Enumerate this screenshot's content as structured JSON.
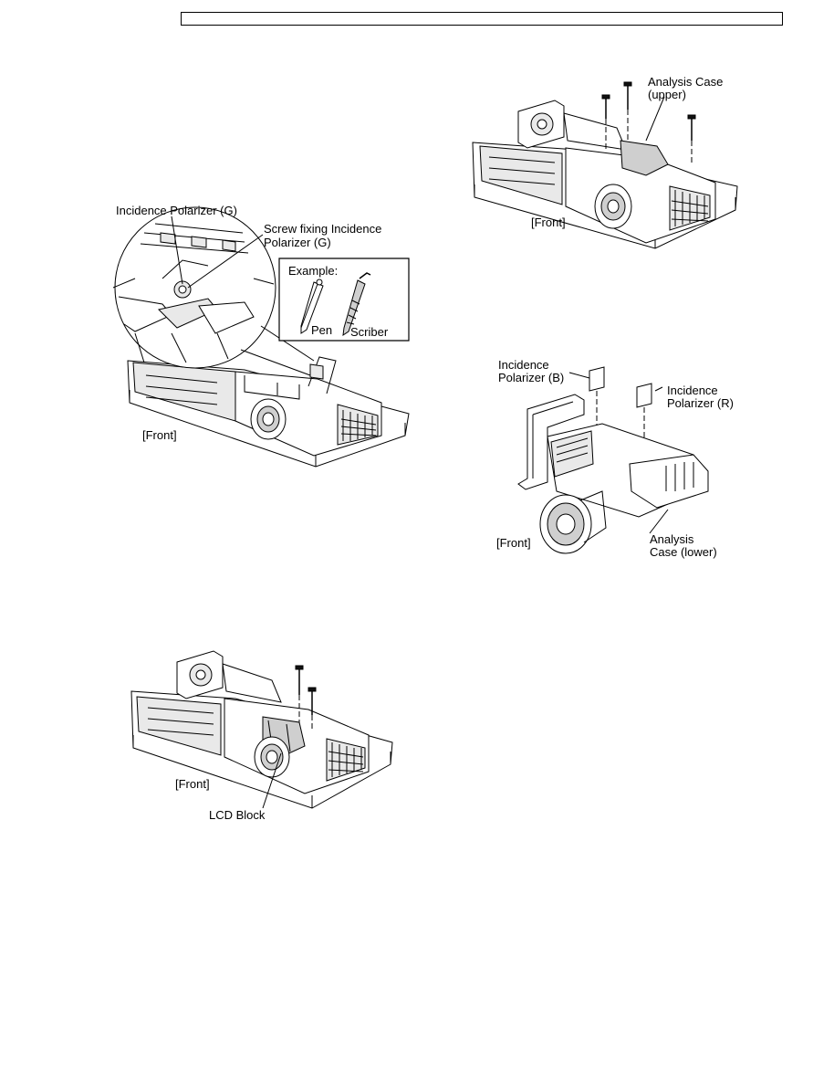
{
  "header": {
    "text": ""
  },
  "fig1": {
    "incidence_polarizer_g": "Incidence Polarizer (G)",
    "screw_line1": "Screw fixing Incidence",
    "screw_line2": "Polarizer (G)",
    "example": "Example:",
    "pen": "Pen",
    "scriber": "Scriber",
    "front": "[Front]"
  },
  "fig2": {
    "front": "[Front]",
    "lcd_block": "LCD Block"
  },
  "fig3": {
    "analysis_line1": "Analysis Case",
    "analysis_line2": "(upper)",
    "front": "[Front]"
  },
  "fig4": {
    "pol_b_line1": "Incidence",
    "pol_b_line2": "Polarizer (B)",
    "pol_r_line1": "Incidence",
    "pol_r_line2": "Polarizer (R)",
    "front": "[Front]",
    "analysis_line1": "Analysis",
    "analysis_line2": "Case (lower)"
  }
}
